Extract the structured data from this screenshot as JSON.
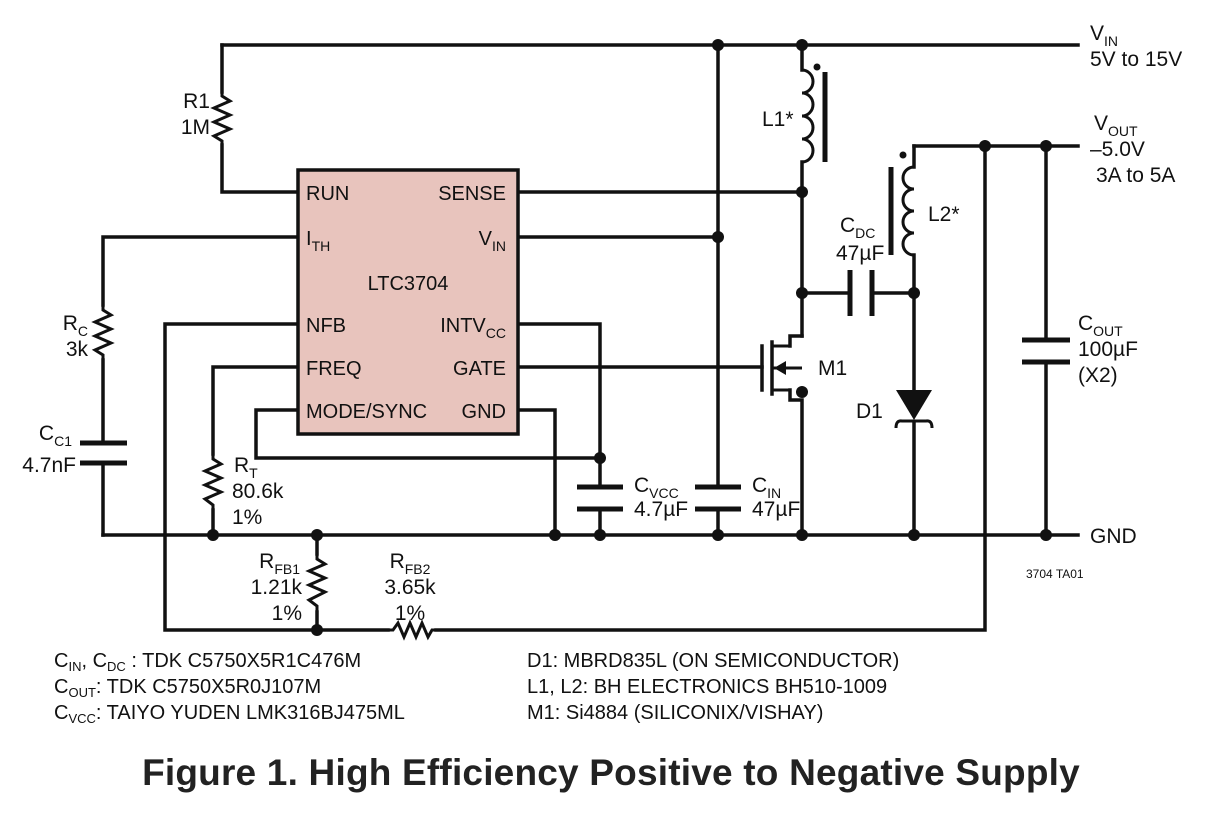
{
  "ic": {
    "name": "LTC3704",
    "fill_color": "#e8c4bd",
    "pins_left": {
      "run": "RUN",
      "ith_main": "I",
      "ith_sub": "TH",
      "nfb": "NFB",
      "freq": "FREQ",
      "mode": "MODE/SYNC"
    },
    "pins_right": {
      "sense": "SENSE",
      "vin_main": "V",
      "vin_sub": "IN",
      "intvcc_main": "INTV",
      "intvcc_sub": "CC",
      "gate": "GATE",
      "gnd": "GND"
    }
  },
  "components": {
    "r1": {
      "name": "R1",
      "value": "1M"
    },
    "rc": {
      "name_main": "R",
      "name_sub": "C",
      "value": "3k"
    },
    "cc1": {
      "name_main": "C",
      "name_sub": "C1",
      "value": "4.7nF"
    },
    "rt": {
      "name_main": "R",
      "name_sub": "T",
      "value": "80.6k",
      "tol": "1%"
    },
    "rfb1": {
      "name_main": "R",
      "name_sub": "FB1",
      "value": "1.21k",
      "tol": "1%"
    },
    "rfb2": {
      "name_main": "R",
      "name_sub": "FB2",
      "value": "3.65k",
      "tol": "1%"
    },
    "cvcc": {
      "name_main": "C",
      "name_sub": "VCC",
      "value": "4.7µF"
    },
    "cin": {
      "name_main": "C",
      "name_sub": "IN",
      "value": "47µF"
    },
    "cdc": {
      "name_main": "C",
      "name_sub": "DC",
      "value": "47µF"
    },
    "cout": {
      "name_main": "C",
      "name_sub": "OUT",
      "value": "100µF",
      "count": "(X2)"
    },
    "l1": {
      "name": "L1*"
    },
    "l2": {
      "name": "L2*"
    },
    "m1": {
      "name": "M1"
    },
    "d1": {
      "name": "D1"
    }
  },
  "rails": {
    "vin": {
      "main": "V",
      "sub": "IN",
      "range": "5V to 15V"
    },
    "vout": {
      "main": "V",
      "sub": "OUT",
      "voltage": "–5.0V",
      "current": "3A to 5A"
    },
    "gnd": "GND"
  },
  "figure_id": "3704 TA01",
  "notes_left": [
    {
      "p1": "C",
      "s1": "IN",
      "p2": ", C",
      "s2": "DC",
      "p3": " : TDK C5750X5R1C476M"
    },
    {
      "p1": "C",
      "s1": "OUT",
      "p3": ": TDK C5750X5R0J107M"
    },
    {
      "p1": "C",
      "s1": "VCC",
      "p3": ": TAIYO YUDEN LMK316BJ475ML"
    }
  ],
  "notes_right": [
    "D1: MBRD835L (ON SEMICONDUCTOR)",
    "L1, L2: BH ELECTRONICS BH510-1009",
    "M1: Si4884 (SILICONIX/VISHAY)"
  ],
  "caption": "Figure 1. High Efficiency Positive to Negative Supply"
}
